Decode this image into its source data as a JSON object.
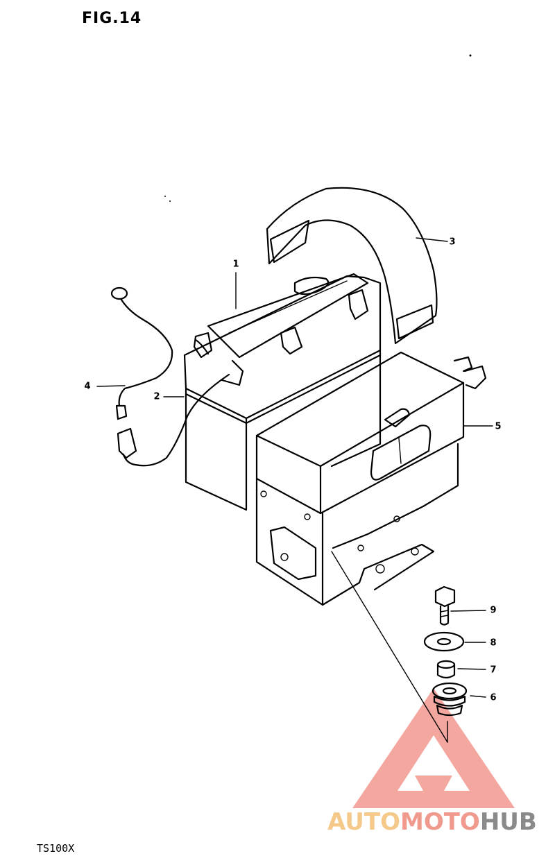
{
  "figure": {
    "title": "FIG.14",
    "model": "TS100X"
  },
  "callouts": [
    {
      "id": "1",
      "label": "1"
    },
    {
      "id": "2",
      "label": "2"
    },
    {
      "id": "3",
      "label": "3"
    },
    {
      "id": "4",
      "label": "4"
    },
    {
      "id": "5",
      "label": "5"
    },
    {
      "id": "6",
      "label": "6"
    },
    {
      "id": "7",
      "label": "7"
    },
    {
      "id": "8",
      "label": "8"
    },
    {
      "id": "9",
      "label": "9"
    }
  ],
  "watermark": {
    "part1": "AUTO",
    "part2": "MOTO",
    "part3": "HUB",
    "colors": {
      "auto": "#f5c98a",
      "moto": "#f09a8e",
      "hub": "#8a8a8a",
      "logo": "#f08a80"
    }
  }
}
